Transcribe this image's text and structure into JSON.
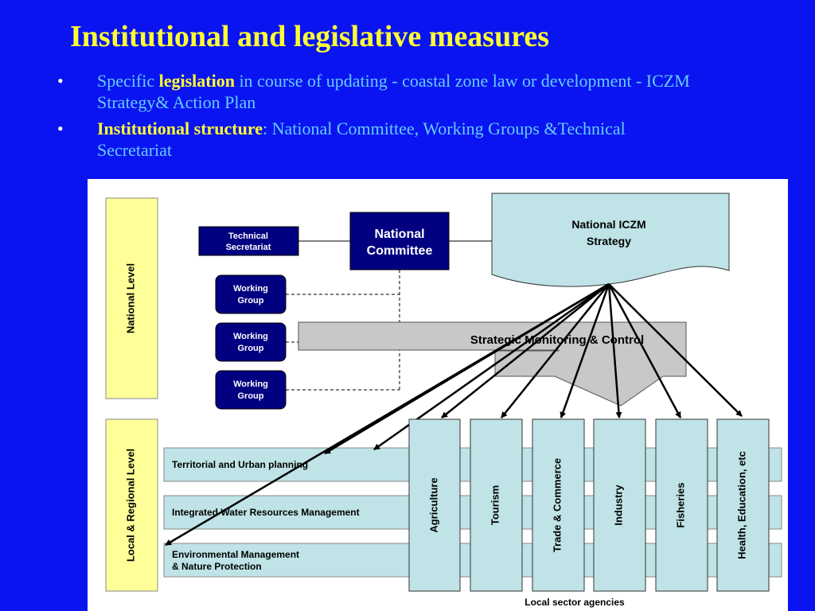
{
  "title": "Institutional and legislative measures",
  "bullets": [
    {
      "pre": "Specific ",
      "highlight": "legislation",
      "post": " in course of updating - coastal zone law or development - ICZM Strategy& Action Plan"
    },
    {
      "pre": "",
      "highlight": "Institutional structure",
      "post": ": National Committee, Working Groups &Technical Secretariat"
    }
  ],
  "diagram": {
    "national_level": "National Level",
    "local_regional_level": "Local & Regional Level",
    "technical_secretariat": [
      "Technical",
      "Secretariat"
    ],
    "national_committee": [
      "National",
      "Committee"
    ],
    "working_group": [
      "Working",
      "Group"
    ],
    "strategy": [
      "National ICZM",
      "Strategy"
    ],
    "monitoring": "Strategic Monitoring & Control",
    "rows": [
      "Territorial and Urban planning",
      "Integrated Water Resources Management",
      "Environmental Management",
      "& Nature Protection"
    ],
    "sectors": [
      "Agriculture",
      "Tourism",
      "Trade & Commerce",
      "Industry",
      "Fisheries",
      "Health, Education, etc"
    ],
    "footer": "Local sector agencies"
  },
  "colors": {
    "background": "#0a14f0",
    "title": "#ffff33",
    "bullet_text": "#66ccff",
    "navy_box": "#000080",
    "light_blue": "#bfe3e6",
    "level_yellow": "#ffff99",
    "gray_arrow": "#c8c8c8"
  }
}
